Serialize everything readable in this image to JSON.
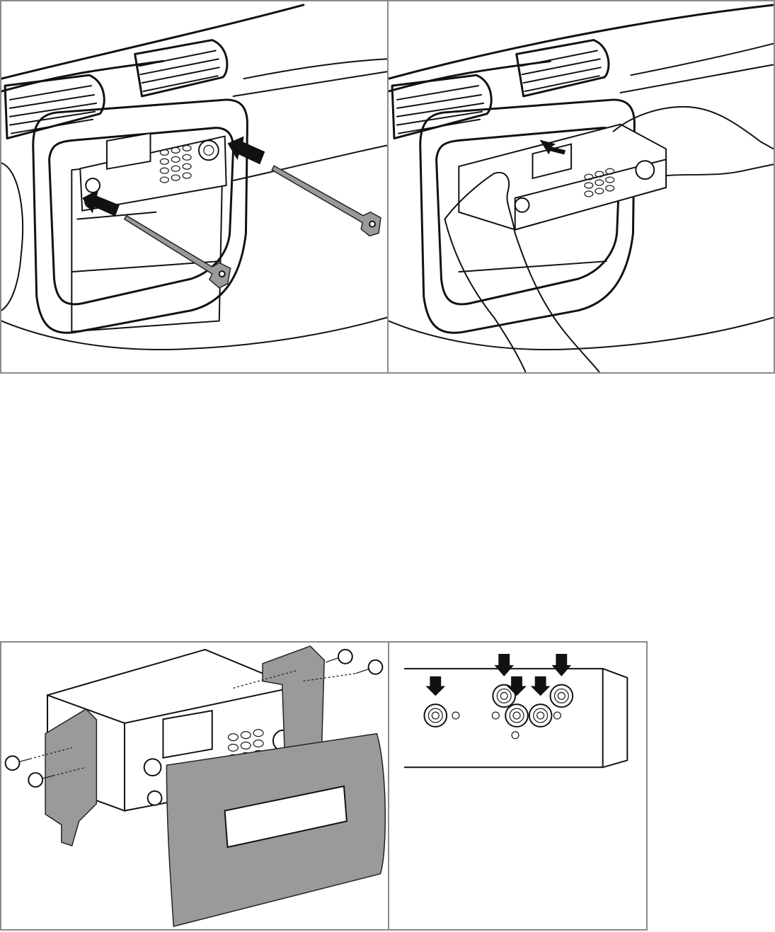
{
  "figures": [
    {
      "id": "top-left",
      "icon": "dash-mount-insert-keys-illustration"
    },
    {
      "id": "top-right",
      "icon": "slide-scanner-into-dash-illustration"
    },
    {
      "id": "bottom-left",
      "icon": "bracket-and-trim-plate-assembly-illustration"
    },
    {
      "id": "bottom-right",
      "icon": "rear-jack-arrows-illustration"
    }
  ],
  "colors": {
    "frame": "#8a8a8a",
    "line": "#111111",
    "plate": "#9a9a9a"
  }
}
